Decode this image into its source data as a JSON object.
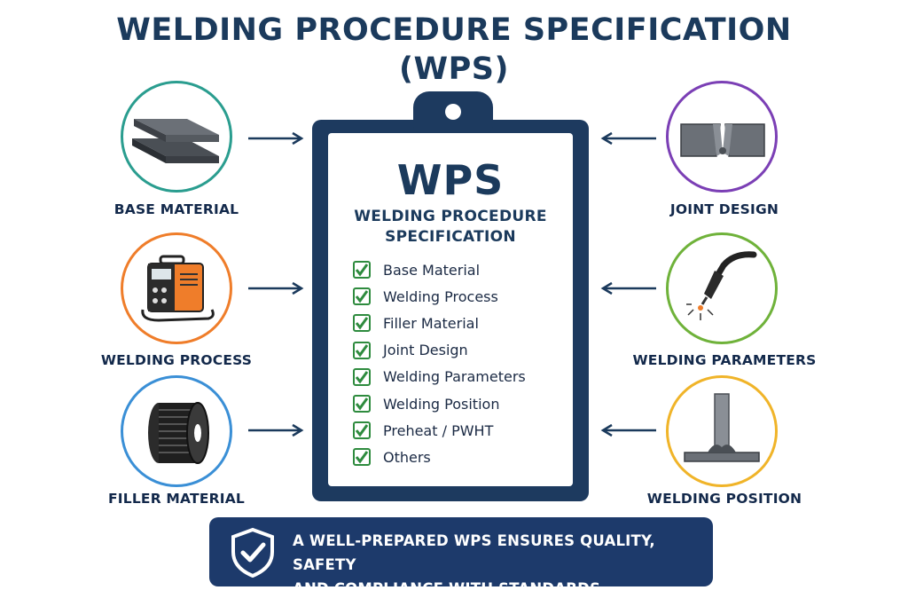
{
  "title": {
    "line1": "WELDING PROCEDURE SPECIFICATION",
    "line2": "(WPS)"
  },
  "colors": {
    "navy": "#1d3a5f",
    "teal": "#2a9d8f",
    "orange": "#ef7d2a",
    "blue": "#3a8fd6",
    "purple": "#7b3fb5",
    "green": "#6fb23a",
    "yellow": "#f0b429",
    "check_green": "#2e8b3e"
  },
  "inputs": [
    {
      "label": "BASE MATERIAL",
      "icon": "metal-plates-icon"
    },
    {
      "label": "WELDING PROCESS",
      "icon": "welding-machine-icon"
    },
    {
      "label": "FILLER MATERIAL",
      "icon": "wire-spool-icon"
    },
    {
      "label": "JOINT DESIGN",
      "icon": "v-groove-joint-icon"
    },
    {
      "label": "WELDING PARAMETERS",
      "icon": "welding-torch-icon"
    },
    {
      "label": "WELDING POSITION",
      "icon": "t-joint-weld-icon"
    }
  ],
  "clipboard": {
    "heading": "WPS",
    "subtitle_line1": "WELDING PROCEDURE",
    "subtitle_line2": "SPECIFICATION",
    "items": [
      "Base Material",
      "Welding Process",
      "Filler Material",
      "Joint Design",
      "Welding Parameters",
      "Welding Position",
      "Preheat / PWHT",
      "Others"
    ]
  },
  "banner": {
    "line1": "A WELL-PREPARED WPS ENSURES QUALITY, SAFETY",
    "line2": "AND COMPLIANCE WITH STANDARDS",
    "icon": "shield-check-icon"
  }
}
